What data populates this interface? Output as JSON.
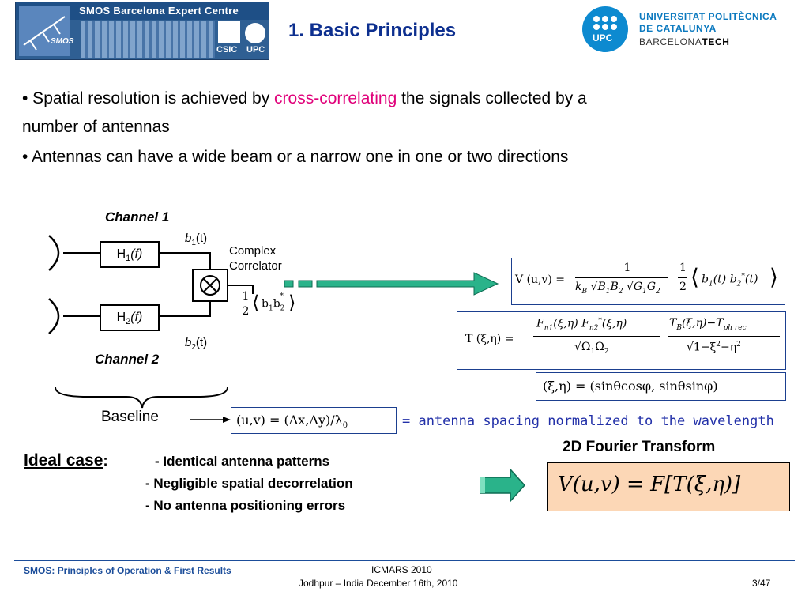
{
  "header": {
    "left_logo_title": "SMOS Barcelona Expert Centre",
    "left_logo_smos": "SMOS",
    "left_logo_csic": "CSIC",
    "left_logo_upc": "UPC",
    "slide_title": "1. Basic Principles",
    "right_logo_line1": "UNIVERSITAT POLITÈCNICA",
    "right_logo_line2": "DE CATALUNYA",
    "right_logo_line3_a": "BARCELONA",
    "right_logo_line3_b": "TECH",
    "right_logo_mark": "UPC"
  },
  "bullets": {
    "b1_pre": "• Spatial resolution is achieved by ",
    "b1_hl": "cross-correlating",
    "b1_post": " the signals collected by a",
    "b1_cont": "number of antennas",
    "b2": "• Antennas can have a wide beam or a narrow one in one or two directions"
  },
  "diagram": {
    "channel1": "Channel 1",
    "channel2": "Channel 2",
    "h1": "H",
    "h1_sub": "1",
    "h1_arg": "(f)",
    "h2": "H",
    "h2_sub": "2",
    "h2_arg": "(f)",
    "b1": "b",
    "b1_sub": "1",
    "b1_arg": "(t)",
    "b2": "b",
    "b2_sub": "2",
    "b2_arg": "(t)",
    "correlator_l1": "Complex",
    "correlator_l2": "Correlator",
    "baseline": "Baseline"
  },
  "equations": {
    "visibility": "V (u,v) =",
    "t_xi_eta": "T (ξ,η) =",
    "direction_cosines": "(ξ,η) = (sinθcosφ, sinθsinφ)",
    "baseline_uv": "(u,v) = (Δx,Δy)/λ",
    "baseline_uv_sub": "0",
    "fourier": "V(u,v) = F[T(ξ,η)]"
  },
  "caption_wavelength": "= antenna spacing normalized to the wavelength",
  "fourier_title": "2D Fourier Transform",
  "ideal": {
    "label": "Ideal case",
    "colon": ":",
    "items": [
      "- Identical antenna patterns",
      "- Negligible spatial decorrelation",
      "- No antenna positioning errors"
    ]
  },
  "footer": {
    "left": "SMOS: Principles of Operation & First Results",
    "center1": "ICMARS 2010",
    "center2": "Jodhpur – India December 16th, 2010",
    "page": "3/47"
  },
  "colors": {
    "title_blue": "#0d2f8f",
    "highlight": "#e0007a",
    "arrow_green": "#2ab38a",
    "eq_border": "#1b3f8f",
    "fourier_fill": "#fcd7b6"
  }
}
